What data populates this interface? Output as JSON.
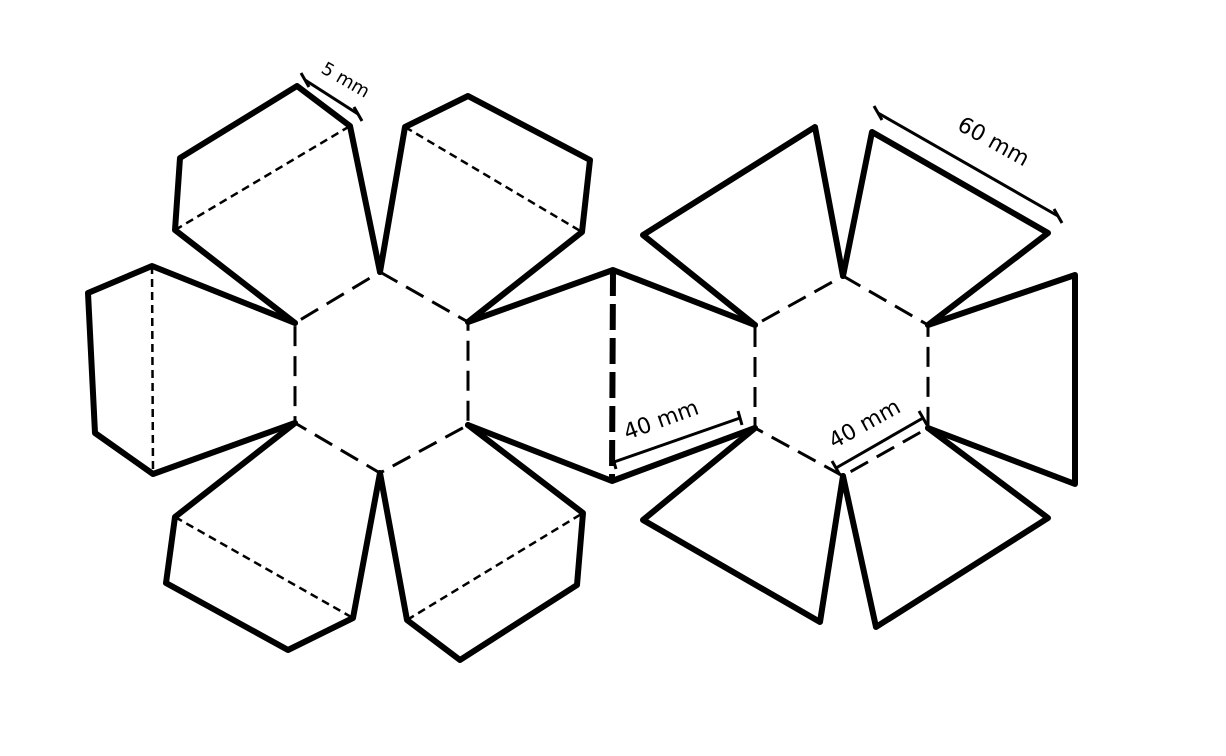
{
  "diagram": {
    "dimension_labels": {
      "flap_width": "5 mm",
      "triangle_side": "60 mm",
      "hexagon_side_left": "40 mm",
      "hexagon_side_right": "40 mm"
    }
  }
}
